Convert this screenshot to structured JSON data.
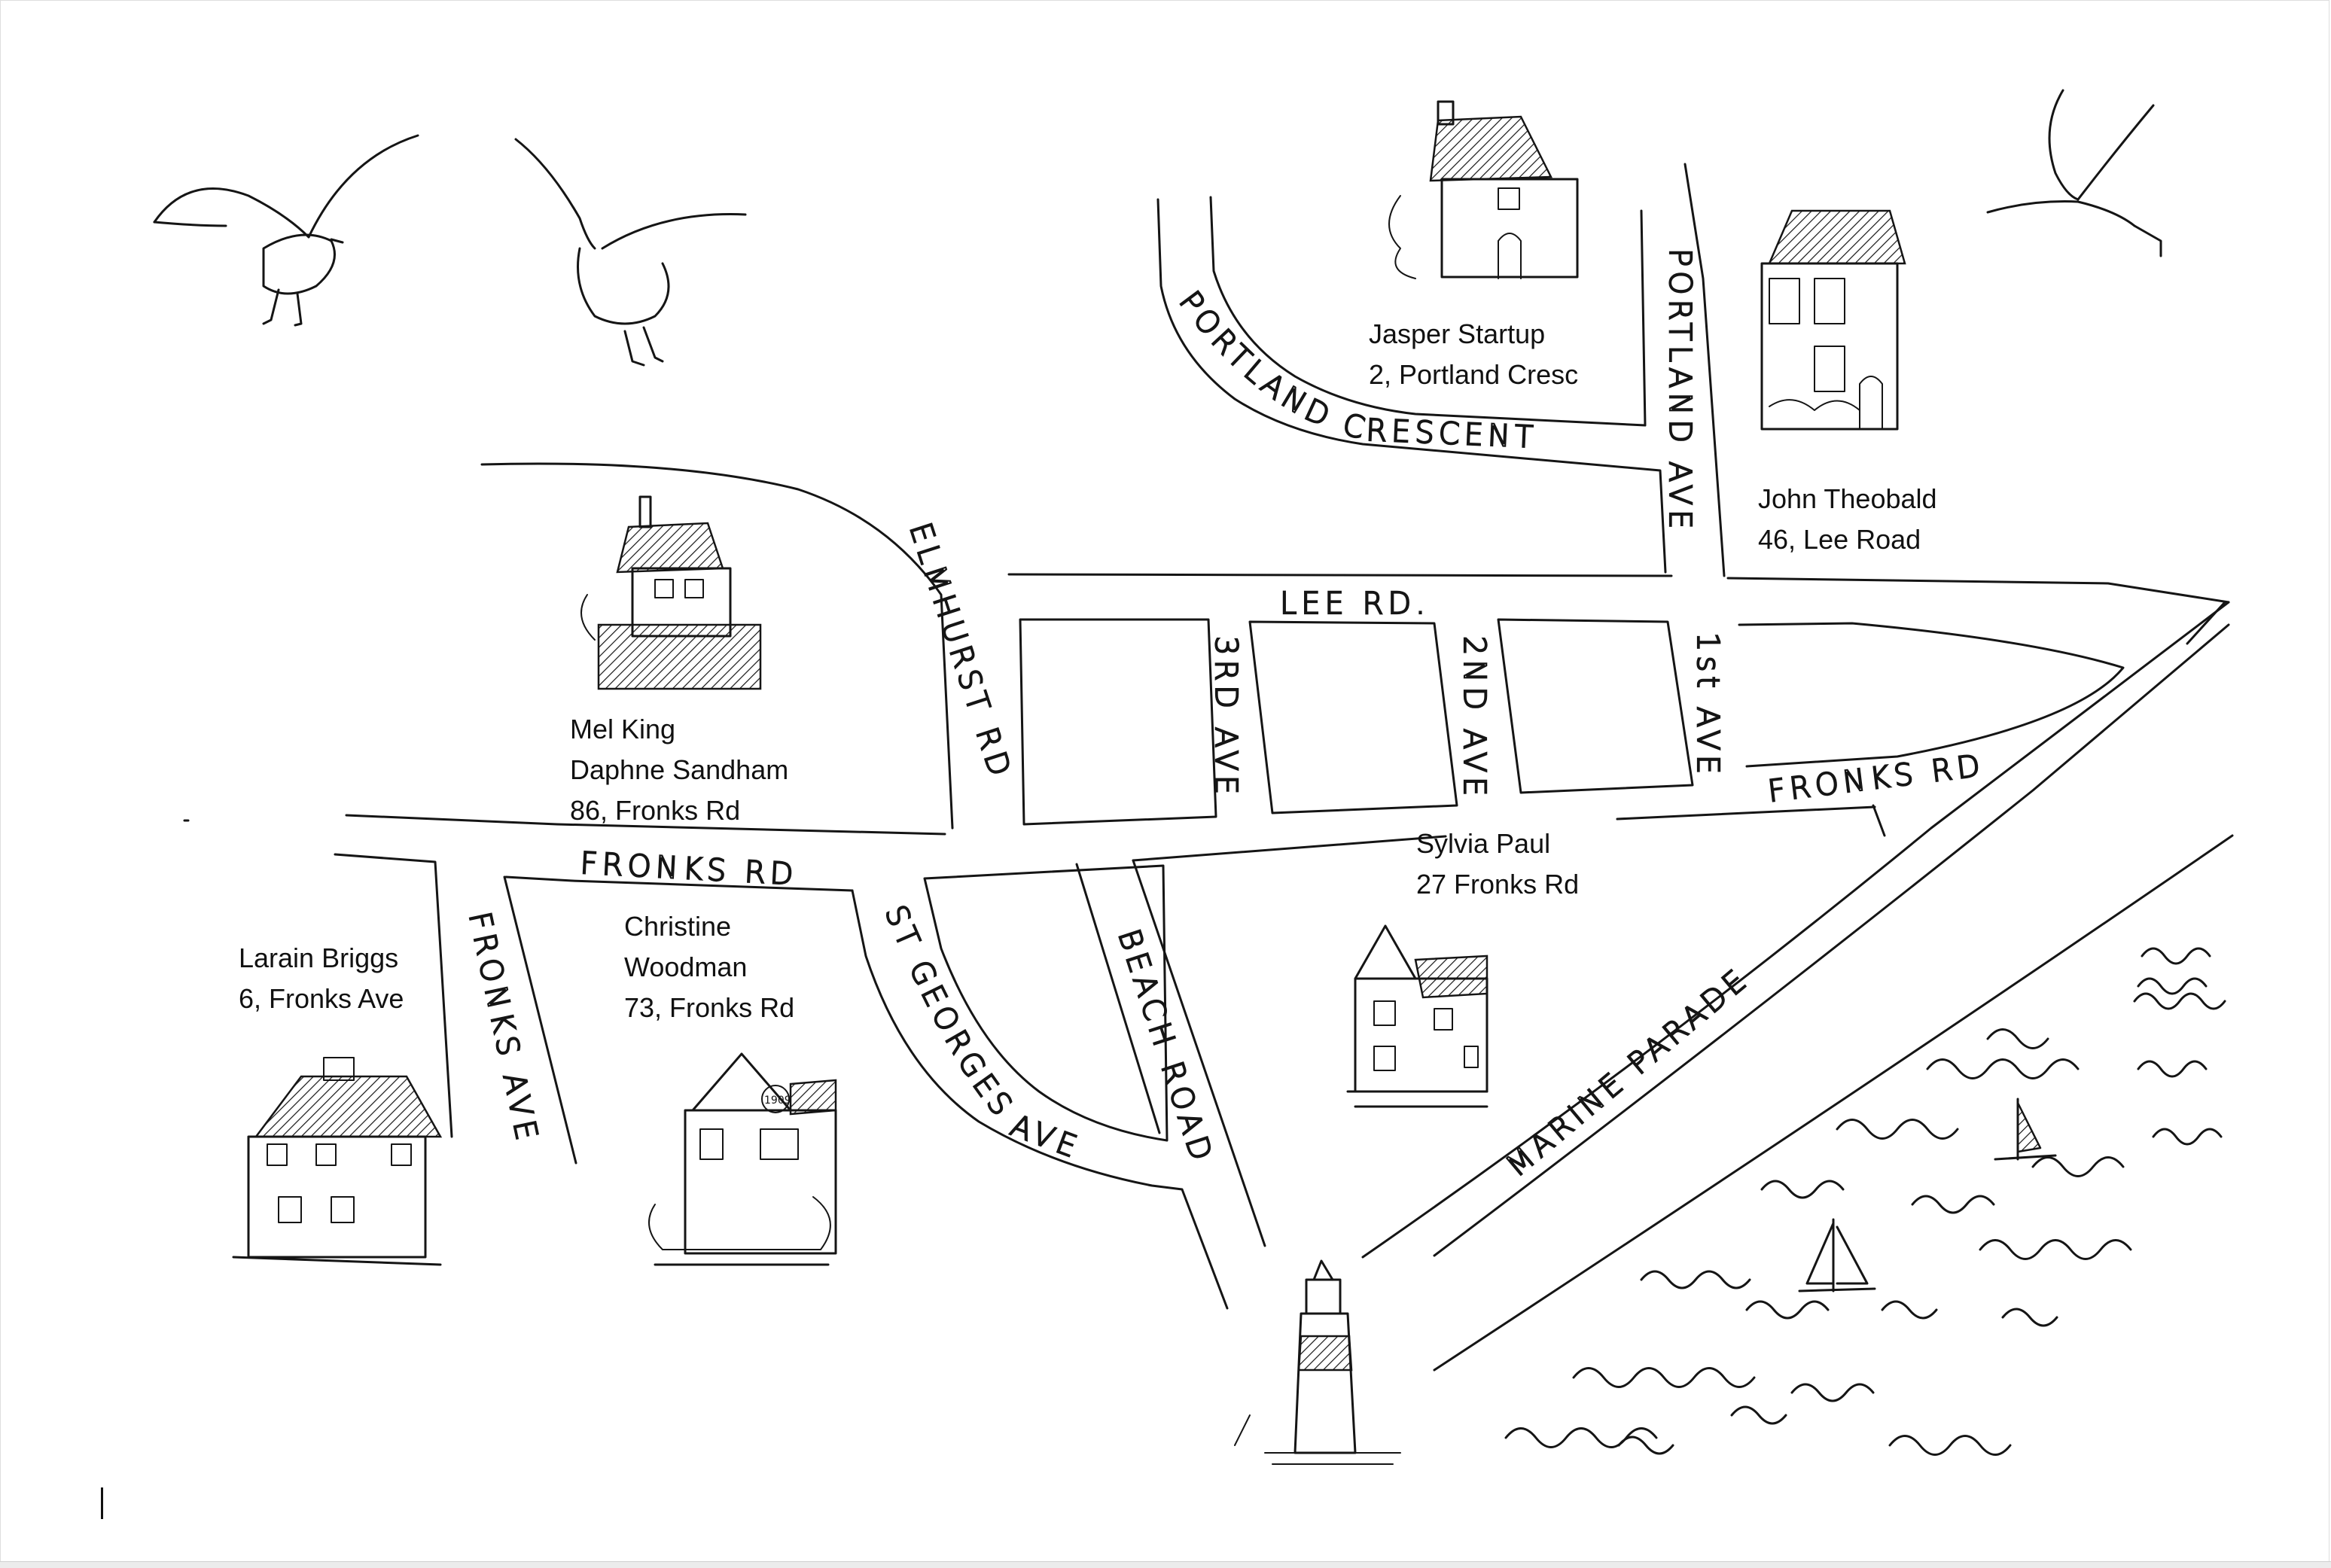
{
  "streets": {
    "portland_crescent": "PORTLAND CRESCENT",
    "portland_ave": "PORTLAND AVE",
    "lee_rd": "LEE RD.",
    "elmhurst_rd": "ELMHURST RD",
    "third_ave": "3RD AVE",
    "second_ave": "2ND AVE",
    "first_ave": "1st AVE",
    "fronks_rd_east": "FRONKS RD",
    "fronks_rd_west": "FRONKS RD",
    "fronks_ave": "FRONKS AVE",
    "st_georges_ave": "ST GEORGES AVE",
    "beach_road": "BEACH ROAD",
    "marine_parade": "MARINE PARADE"
  },
  "residents": {
    "jasper": {
      "name": "Jasper Startup",
      "address": "2, Portland Cresc"
    },
    "john": {
      "name": "John Theobald",
      "address": "46, Lee Road"
    },
    "mel_daphne": {
      "name1": "Mel King",
      "name2": "Daphne Sandham",
      "address": "86, Fronks Rd"
    },
    "sylvia": {
      "name": "Sylvia Paul",
      "address": "27 Fronks Rd"
    },
    "larain": {
      "name": "Larain Briggs",
      "address": "6, Fronks Ave"
    },
    "christine": {
      "name1": "Christine",
      "name2": "Woodman",
      "address": "73, Fronks Rd"
    }
  },
  "house_plaques": {
    "christine_house_year": "1909"
  },
  "icons": {
    "birds": [
      "seagull-icon",
      "seagull-icon",
      "seagull-icon"
    ],
    "houses": [
      "house-sketch-icon"
    ],
    "lighthouse": "lighthouse-icon",
    "sailboats": [
      "sailboat-icon",
      "sailboat-icon"
    ],
    "sea": "sea-waves-icon"
  },
  "colors": {
    "ink": "#151515",
    "paper": "#ffffff"
  }
}
